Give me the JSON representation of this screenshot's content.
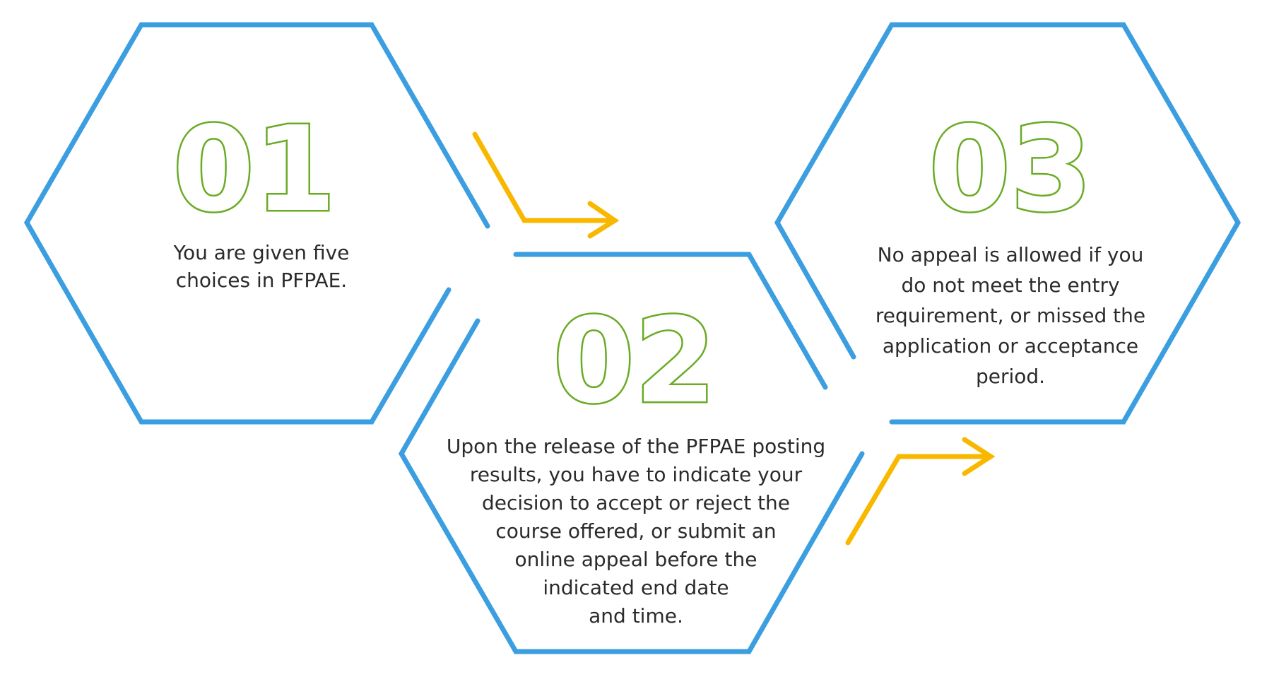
{
  "colors": {
    "hexagon_outline": "#3b9ee0",
    "arrow": "#f9b800",
    "number_outline": "#6aab24",
    "text": "#2b2b2b"
  },
  "steps": [
    {
      "number": "01",
      "text": "You are given five\nchoices in PFPAE."
    },
    {
      "number": "02",
      "text": "Upon the release of the PFPAE posting\nresults, you have to indicate your\ndecision to accept or reject the\ncourse offered, or submit an\nonline appeal before the\nindicated end date\nand time."
    },
    {
      "number": "03",
      "text": "No appeal is allowed if you\ndo not meet the entry\nrequirement, or missed the\napplication or acceptance\nperiod."
    }
  ],
  "arrows": [
    {
      "icon": "arrow-right-icon",
      "from_step": 1,
      "to_step": 2
    },
    {
      "icon": "arrow-right-icon",
      "from_step": 2,
      "to_step": 3
    }
  ]
}
